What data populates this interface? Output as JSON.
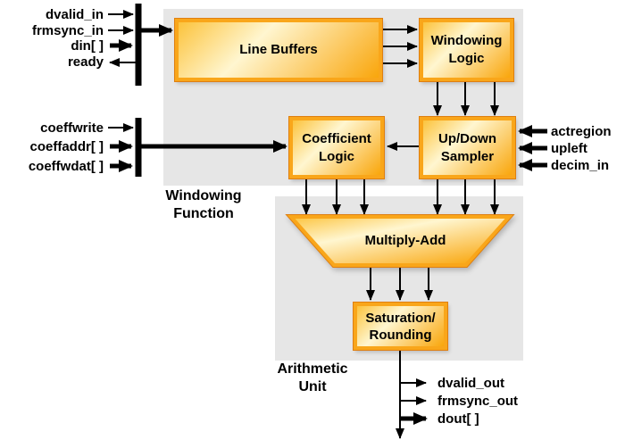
{
  "regions": {
    "windowing_function": {
      "line1": "Windowing",
      "line2": "Function"
    },
    "arithmetic_unit": {
      "line1": "Arithmetic",
      "line2": "Unit"
    }
  },
  "blocks": {
    "line_buffers": {
      "label": "Line Buffers"
    },
    "windowing_logic": {
      "line1": "Windowing",
      "line2": "Logic"
    },
    "coefficient_logic": {
      "line1": "Coefficient",
      "line2": "Logic"
    },
    "up_down_sampler": {
      "line1": "Up/Down",
      "line2": "Sampler"
    },
    "multiply_add": {
      "label": "Multiply-Add"
    },
    "saturation_rounding": {
      "line1": "Saturation/",
      "line2": "Rounding"
    }
  },
  "signals": {
    "inputs_top": [
      {
        "label": "dvalid_in",
        "direction": "in",
        "bus": false
      },
      {
        "label": "frmsync_in",
        "direction": "in",
        "bus": false
      },
      {
        "label": "din[ ]",
        "direction": "in",
        "bus": true
      },
      {
        "label": "ready",
        "direction": "out",
        "bus": false
      }
    ],
    "coefficient_inputs": [
      {
        "label": "coeffwrite",
        "direction": "in",
        "bus": false
      },
      {
        "label": "coeffaddr[ ]",
        "direction": "in",
        "bus": true
      },
      {
        "label": "coeffwdat[ ]",
        "direction": "in",
        "bus": true
      }
    ],
    "control_inputs": [
      {
        "label": "actregion",
        "direction": "in",
        "bus": true
      },
      {
        "label": "upleft",
        "direction": "in",
        "bus": true
      },
      {
        "label": "decim_in",
        "direction": "in",
        "bus": true
      }
    ],
    "outputs": [
      {
        "label": "dvalid_out",
        "direction": "out",
        "bus": false
      },
      {
        "label": "frmsync_out",
        "direction": "out",
        "bus": false
      },
      {
        "label": "dout[ ]",
        "direction": "out",
        "bus": true
      }
    ]
  },
  "connections": [
    "input bus -> Line Buffers",
    "Line Buffers -> Windowing Logic (3 lines)",
    "Windowing Logic -> Up/Down Sampler (3 lines)",
    "coefficient bus -> Coefficient Logic",
    "Up/Down Sampler -> Coefficient Logic",
    "Coefficient Logic -> Multiply-Add (3 lines)",
    "Up/Down Sampler -> Multiply-Add (3 lines)",
    "Multiply-Add -> Saturation/Rounding (3 lines)",
    "Saturation/Rounding -> outputs"
  ],
  "colors": {
    "region_bg": "#e6e6e6",
    "block_border": "#f9a61a",
    "block_border_outer": "#df7f10",
    "block_gradient_light": "#fff6d0",
    "block_gradient_gold": "#f9a60c",
    "wire": "#000000"
  }
}
